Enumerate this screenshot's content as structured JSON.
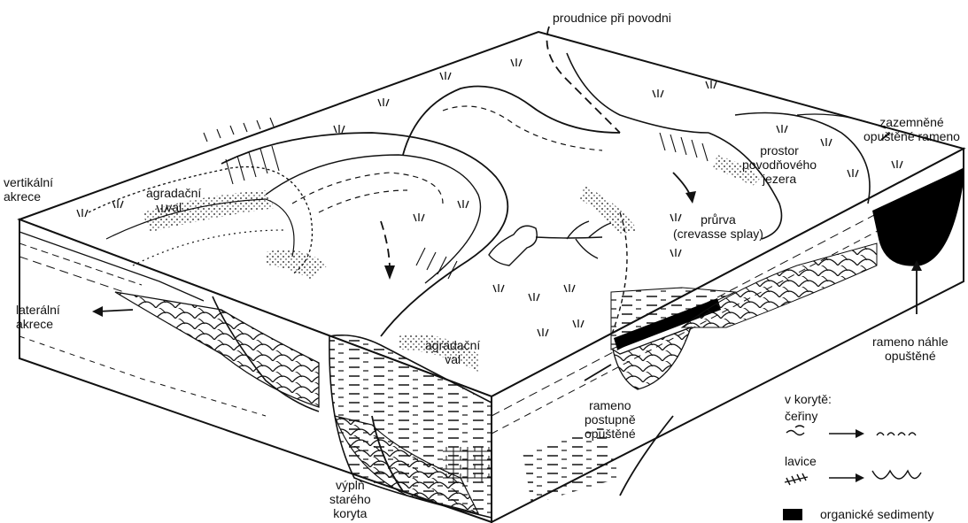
{
  "labels": {
    "flood_flow": "proudnice při povodni",
    "filled_oxbow": "zazemněné\nopuštěné rameno",
    "floodbasin": "prostor\npovodňového\njezera",
    "vertical_accretion": "vertikální\nakrece",
    "levee_left": "agradační\nval",
    "crevasse": "průrva\n(crevasse splay)",
    "lateral_accretion": "laterální\nakrece",
    "levee_center": "agradační\nval",
    "sudden_abandon": "rameno náhle\nopuštěné",
    "gradual_abandon": "rameno\npostupně\nopuštěné",
    "old_channel_fill": "výplň\nstarého\nkoryta"
  },
  "legend": {
    "title": "v korytě:",
    "ripples": "čeřiny",
    "bars": "lavice",
    "organic": "organické sedimenty"
  },
  "colors": {
    "ink": "#111111",
    "organic": "#000000",
    "paper": "#ffffff"
  }
}
